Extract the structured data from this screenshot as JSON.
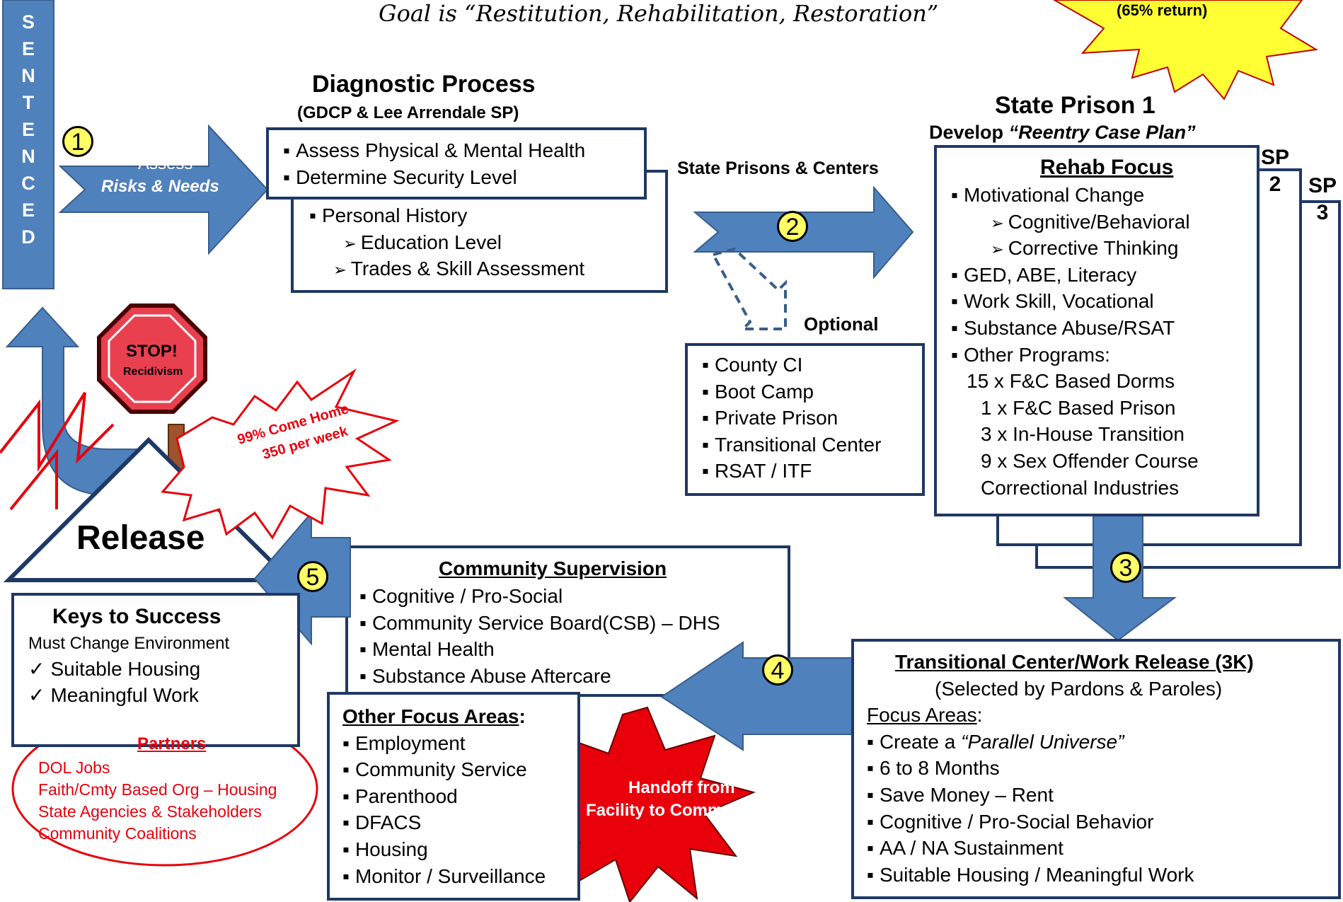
{
  "title": "Goal is “Restitution, Rehabilitation, Restoration”",
  "star_top": "(65% return)",
  "sentenced_letters": [
    "S",
    "E",
    "N",
    "T",
    "E",
    "N",
    "C",
    "E",
    "D"
  ],
  "step_numbers": [
    "1",
    "2",
    "3",
    "4",
    "5"
  ],
  "assess": {
    "line1": "Assess",
    "line2": "Risks & Needs"
  },
  "diagnostic": {
    "title": "Diagnostic Process",
    "subtitle": "(GDCP & Lee Arrendale SP)",
    "items": [
      "Assess Physical & Mental Health",
      "Determine Security Level"
    ],
    "history_title": "Personal History",
    "history_items": [
      "Education Level",
      "Trades & Skill Assessment"
    ]
  },
  "state_prisons_label": "State Prisons & Centers",
  "optional": {
    "label": "Optional",
    "items": [
      "County CI",
      "Boot Camp",
      "Private Prison",
      "Transitional Center",
      "RSAT / ITF"
    ]
  },
  "prison": {
    "title": "State Prison 1",
    "subtitle_prefix": "Develop",
    "subtitle_quote": "“Reentry Case Plan”",
    "sp2": [
      "SP",
      "2"
    ],
    "sp3": [
      "SP",
      "3"
    ],
    "focus_title": "Rehab Focus",
    "motivational": "Motivational Change",
    "motivational_sub": [
      "Cognitive/Behavioral",
      "Corrective Thinking"
    ],
    "items": [
      "GED, ABE, Literacy",
      "Work Skill, Vocational",
      "Substance Abuse/RSAT",
      "Other Programs:"
    ],
    "programs": [
      "15 x F&C Based Dorms",
      "1 x F&C Based Prison",
      "3 x In-House Transition",
      "9 x Sex Offender Course",
      "Correctional Industries"
    ]
  },
  "transitional": {
    "title": "Transitional Center/Work Release (3K)",
    "subtitle": "(Selected by Pardons & Paroles)",
    "focus_label": "Focus Areas",
    "focus_colon": ":",
    "create_prefix": "Create a",
    "create_quote": "“Parallel Universe”",
    "items": [
      "6 to 8 Months",
      "Save Money – Rent",
      "Cognitive / Pro-Social Behavior",
      "AA / NA Sustainment",
      "Suitable Housing / Meaningful Work"
    ]
  },
  "handoff": {
    "line1": "Handoff from",
    "line2": "Facility to Community"
  },
  "community": {
    "title": "Community Supervision",
    "items": [
      "Cognitive / Pro-Social",
      "Community Service Board(CSB) – DHS",
      "Mental Health",
      "Substance Abuse Aftercare"
    ]
  },
  "other_focus": {
    "title": "Other Focus Areas",
    "colon": ":",
    "items": [
      "Employment",
      "Community Service",
      "Parenthood",
      "DFACS",
      "Housing",
      "Monitor / Surveillance"
    ]
  },
  "release": "Release",
  "stop": {
    "line1": "STOP!",
    "line2": "Recidivism"
  },
  "come_home": {
    "line1": "99% Come Home",
    "line2": "350 per week"
  },
  "keys": {
    "title": "Keys to Success",
    "subtitle": "Must Change Environment",
    "items": [
      "Suitable Housing",
      "Meaningful Work"
    ]
  },
  "partners": {
    "title": "Partners",
    "items": [
      "DOL Jobs",
      "Faith/Cmty Based Org – Housing",
      "State Agencies & Stakeholders",
      "Community Coalitions"
    ]
  },
  "colors": {
    "navy": "#1f3864",
    "arrow_blue": "#4f81bd",
    "red": "#e8000b",
    "yellow": "#ffff66",
    "stop_red": "#e94050"
  }
}
